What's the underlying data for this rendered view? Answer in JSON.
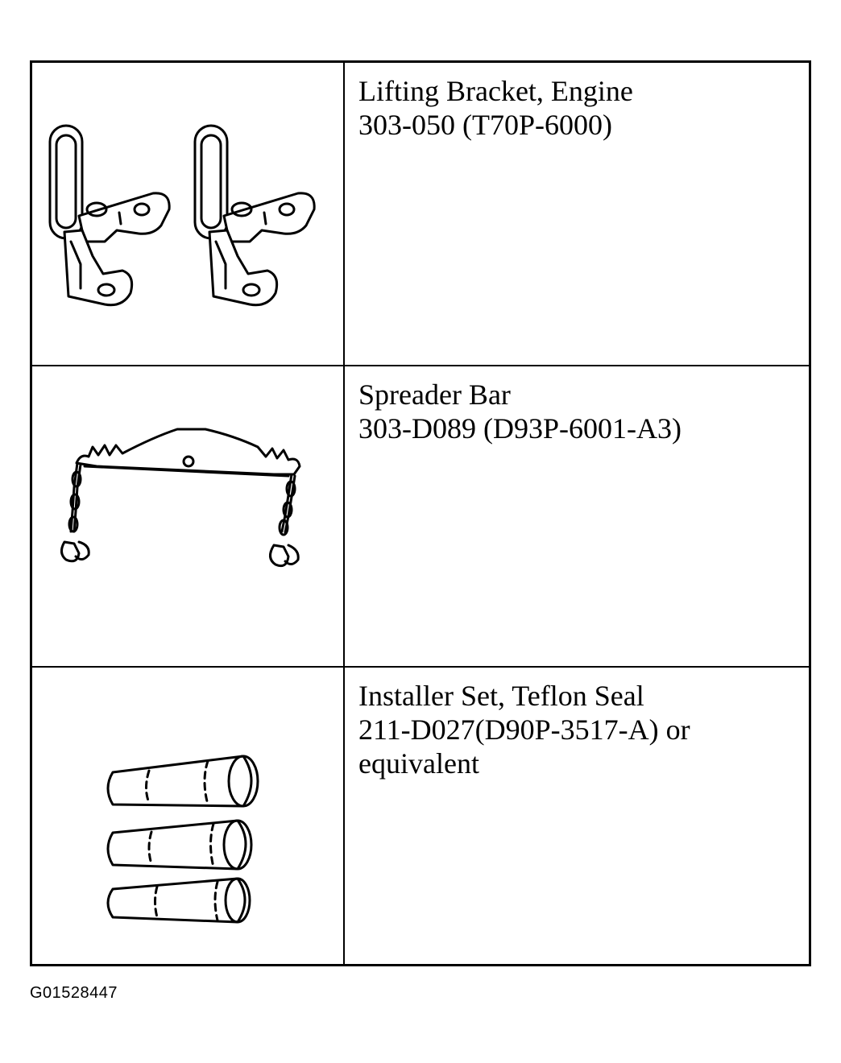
{
  "tools": [
    {
      "name": "Lifting Bracket, Engine",
      "number": "303-050 (T70P-6000)",
      "extra": "",
      "illustration_icon": "lifting-bracket-icon"
    },
    {
      "name": "Spreader Bar",
      "number": "303-D089 (D93P-6001-A3)",
      "extra": "",
      "illustration_icon": "spreader-bar-icon"
    },
    {
      "name": "Installer Set, Teflon Seal",
      "number": "211-D027(D90P-3517-A) or",
      "extra": "equivalent",
      "illustration_icon": "seal-installer-icon"
    }
  ],
  "figure_id": "G01528447"
}
